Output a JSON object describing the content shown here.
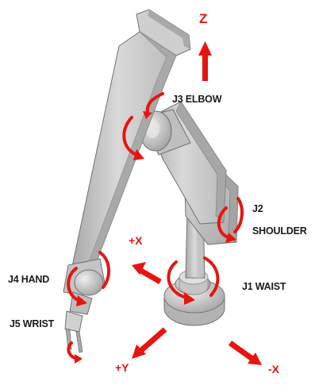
{
  "labels": {
    "z": "Z",
    "elbow": "J3 ELBOW",
    "shoulder_line1": "J2",
    "shoulder_line2": "SHOULDER",
    "plus_x": "+X",
    "hand": "J4 HAND",
    "waist": "J1 WAIST",
    "wrist": "J5 WRIST",
    "plus_y": "+Y",
    "minus_x": "-X"
  },
  "colors": {
    "arrow_red": "#e8140f",
    "label_text": "#1a1a1a",
    "robot_light": "#d4d4d4",
    "robot_mid": "#b7b7b7",
    "robot_dark": "#8e8e8e",
    "robot_edge": "#6a6a6a"
  },
  "icons": [
    "z-axis-arrow-icon",
    "plus-x-axis-arrow-icon",
    "plus-y-axis-arrow-icon",
    "minus-x-axis-arrow-icon",
    "rotation-arrow-icon"
  ]
}
